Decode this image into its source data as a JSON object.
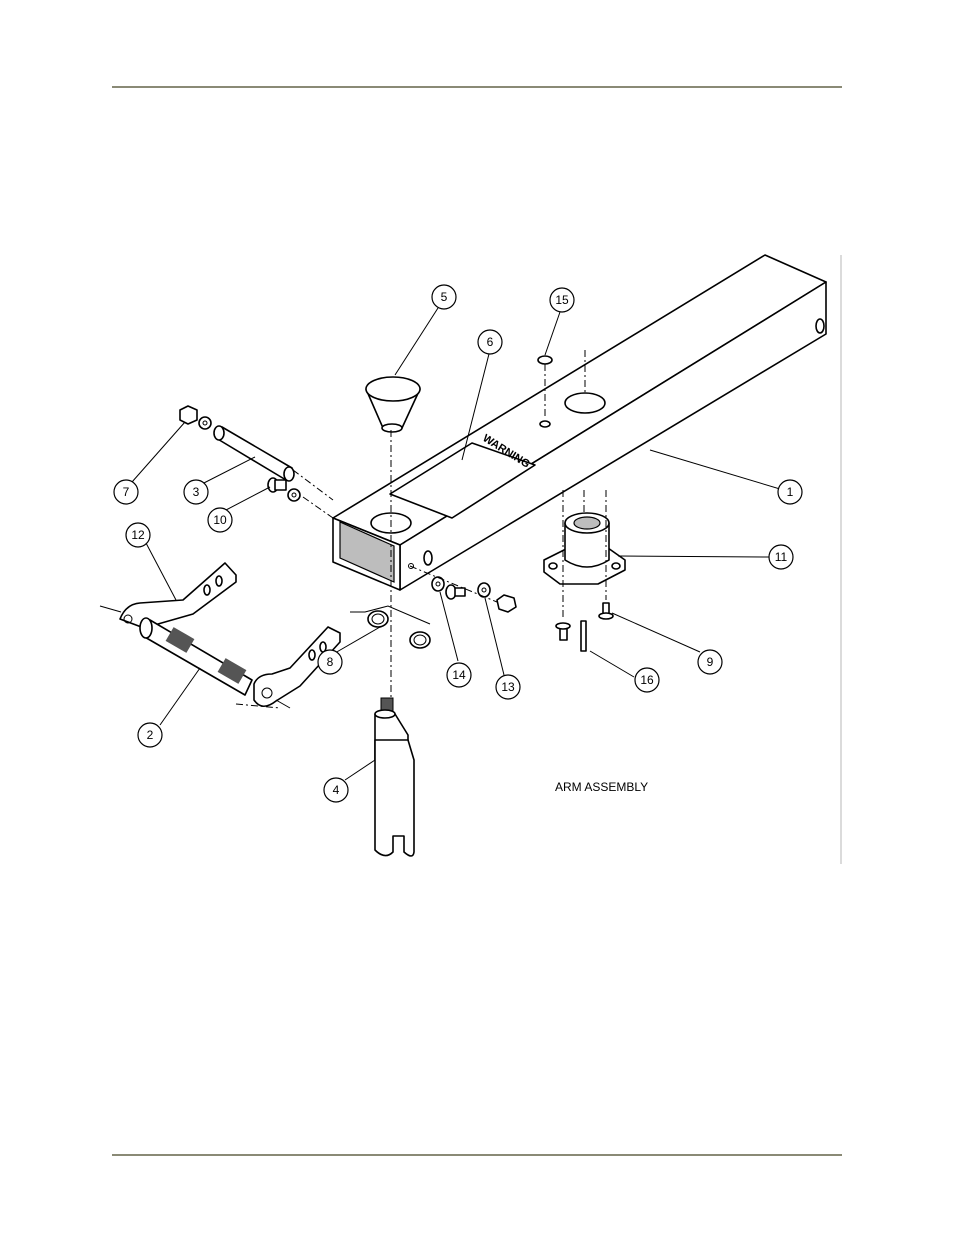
{
  "page": {
    "rule_color": "#8a8a76",
    "border_color": "#cfcfcf"
  },
  "diagram": {
    "caption": "ARM ASSEMBLY",
    "decal_text": "WARNING",
    "callouts": [
      {
        "id": "c1",
        "label": "1"
      },
      {
        "id": "c2",
        "label": "2"
      },
      {
        "id": "c3",
        "label": "3"
      },
      {
        "id": "c4",
        "label": "4"
      },
      {
        "id": "c5",
        "label": "5"
      },
      {
        "id": "c6",
        "label": "6"
      },
      {
        "id": "c7",
        "label": "7"
      },
      {
        "id": "c8",
        "label": "8"
      },
      {
        "id": "c9",
        "label": "9"
      },
      {
        "id": "c10",
        "label": "10"
      },
      {
        "id": "c11",
        "label": "11"
      },
      {
        "id": "c12",
        "label": "12"
      },
      {
        "id": "c13",
        "label": "13"
      },
      {
        "id": "c14",
        "label": "14"
      },
      {
        "id": "c15",
        "label": "15"
      },
      {
        "id": "c16",
        "label": "16"
      }
    ]
  }
}
